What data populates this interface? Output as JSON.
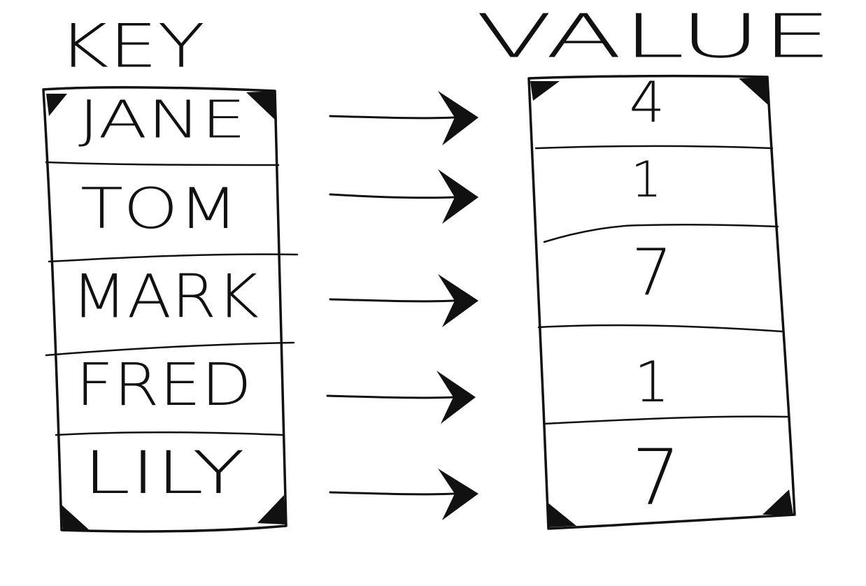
{
  "diagram": {
    "key_header": "KEY",
    "value_header": "VALUE",
    "keys": [
      "JANE",
      "TOM",
      "MARK",
      "FRED",
      "LILY"
    ],
    "values": [
      "4",
      "1",
      "7",
      "1",
      "7"
    ]
  }
}
